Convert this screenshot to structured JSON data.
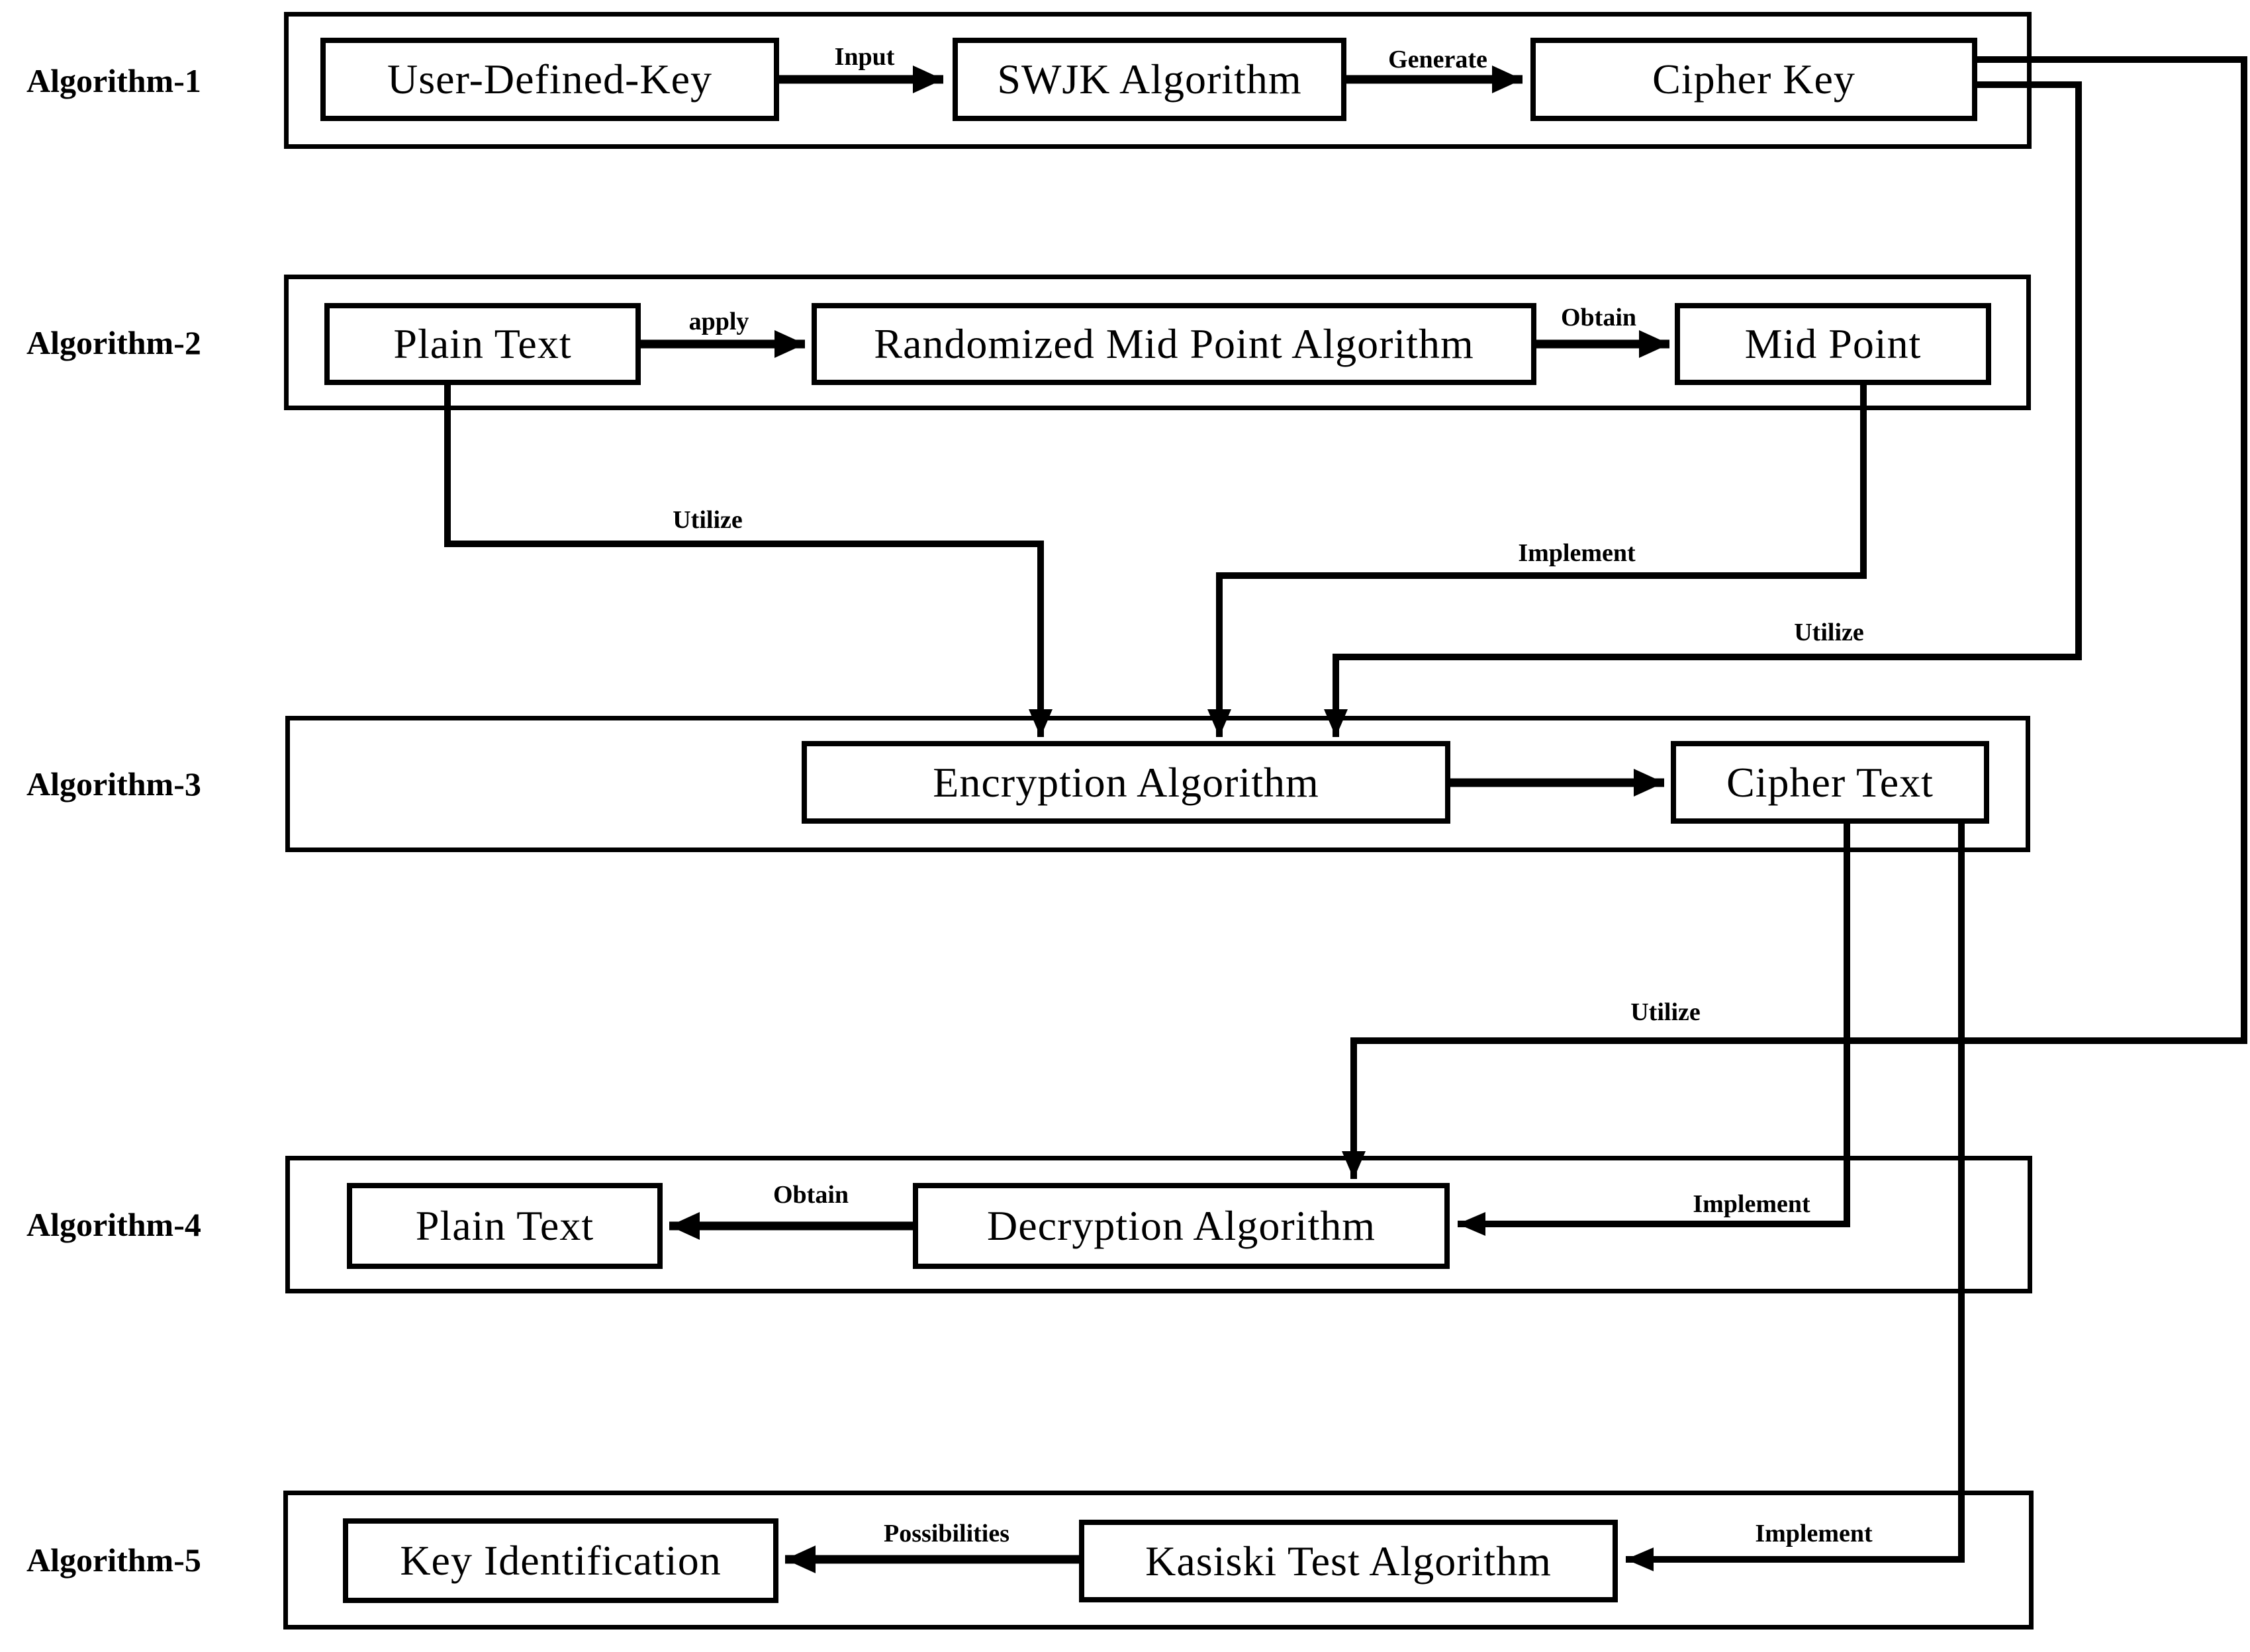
{
  "colors": {
    "ink": "#000000",
    "background": "#ffffff"
  },
  "rows": [
    {
      "label": "Algorithm-1"
    },
    {
      "label": "Algorithm-2"
    },
    {
      "label": "Algorithm-3"
    },
    {
      "label": "Algorithm-4"
    },
    {
      "label": "Algorithm-5"
    }
  ],
  "nodes": {
    "user_defined_key": "User-Defined-Key",
    "swjk_algorithm": "SWJK Algorithm",
    "cipher_key": "Cipher Key",
    "plain_text_2": "Plain Text",
    "randomized_mid_point_algorithm": "Randomized Mid Point Algorithm",
    "mid_point": "Mid Point",
    "encryption_algorithm": "Encryption Algorithm",
    "cipher_text": "Cipher Text",
    "plain_text_4": "Plain Text",
    "decryption_algorithm": "Decryption Algorithm",
    "key_identification": "Key Identification",
    "kasiski_test_algorithm": "Kasiski Test Algorithm"
  },
  "edges": {
    "input": "Input",
    "generate": "Generate",
    "apply": "apply",
    "obtain_midpoint": "Obtain",
    "utilize_plaintext": "Utilize",
    "implement_midpoint": "Implement",
    "utilize_cipherkey_encryption": "Utilize",
    "utilize_cipherkey_decryption": "Utilize",
    "implement_ciphertext_decryption": "Implement",
    "obtain_decryption": "Obtain",
    "possibilities": "Possibilities",
    "implement_ciphertext_kasiski": "Implement"
  }
}
